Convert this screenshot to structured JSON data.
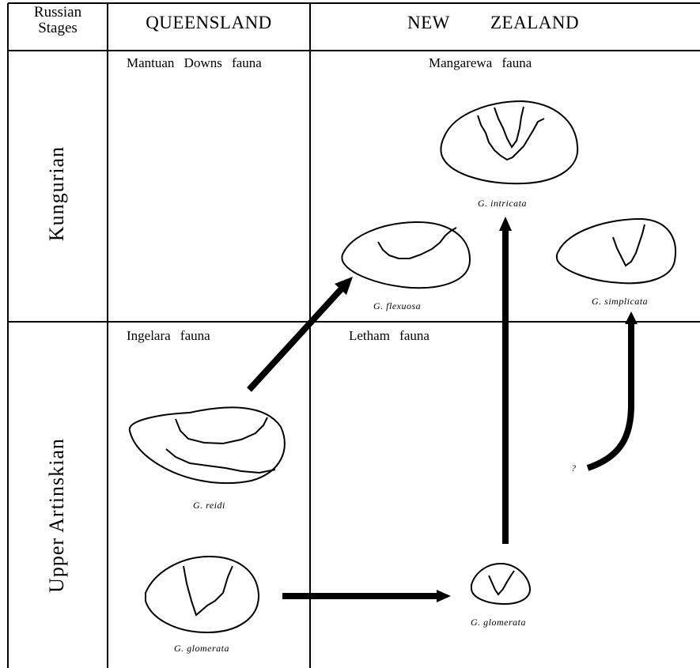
{
  "header": {
    "stage_col": "Russian Stages",
    "queensland": "QUEENSLAND",
    "nz_word1": "NEW",
    "nz_word2": "ZEALAND"
  },
  "stages": {
    "upper": "Kungurian",
    "lower": "Upper Artinskian"
  },
  "faunas": {
    "mantuan": "Mantuan Downs fauna",
    "mangarewa": "Mangarewa fauna",
    "ingelara": "Ingelara fauna",
    "letham": "Letham fauna"
  },
  "species": {
    "intricata": "G. intricata",
    "flexuosa": "G. flexuosa",
    "simplicata": "G. simplicata",
    "reidi": "G. reidi",
    "glomerata_qld": "G. glomerata",
    "glomerata_nz": "G. glomerata"
  },
  "marks": {
    "question": "?"
  }
}
